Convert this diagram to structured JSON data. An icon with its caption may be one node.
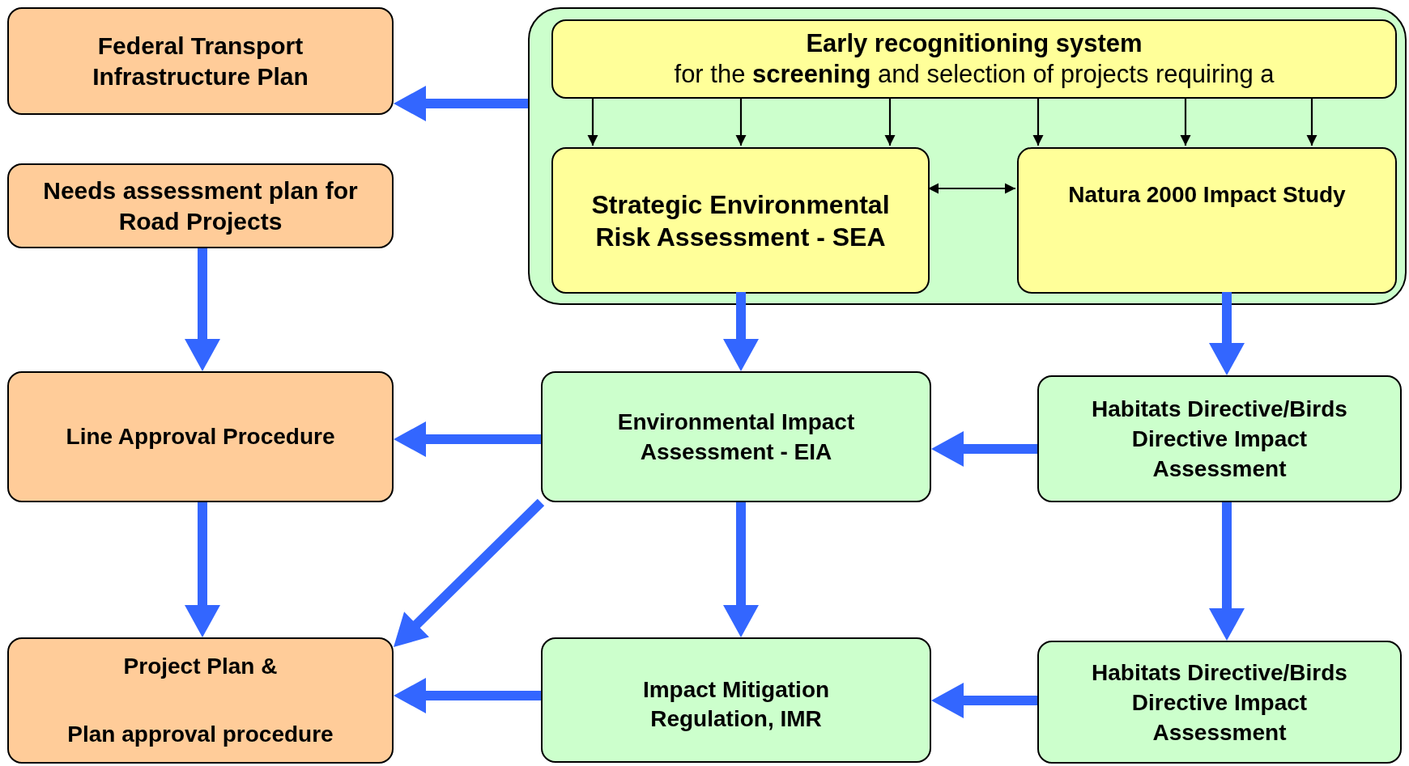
{
  "diagram": {
    "nodes": [
      {
        "text": [
          "Federal Transport Infrastructure Plan"
        ]
      },
      {
        "text": [
          "Needs assessment plan for  Road Projects"
        ]
      },
      {
        "text": [],
        "shape": "box"
      },
      {
        "text": [
          "Early recognitioning system",
          "for the **screening** and selection of projects requiring a"
        ],
        "in": 2
      },
      {
        "text": [
          "Strategic Environmental Risk Assessment - SEA"
        ],
        "in": 2
      },
      {
        "text": [
          "Natura 2000 Impact Study"
        ],
        "in": 2
      },
      {
        "text": [
          "Line Approval Procedure"
        ]
      },
      {
        "text": [
          "Environmental Impact Assessment - EIA"
        ]
      },
      {
        "text": [
          "Habitats Directive/Birds Directive Impact Assessment"
        ]
      },
      {
        "text": [
          "Project Plan &",
          "Plan approval procedure"
        ]
      },
      {
        "text": [
          "Impact Mitigation Regulation, IMR"
        ]
      },
      {
        "text": [
          "Habitats Directive/Birds Directive Impact Assessment"
        ]
      }
    ],
    "edges": [
      {
        "from": 2,
        "to": 0,
        "arrow": "to"
      },
      {
        "from": 1,
        "to": 6,
        "arrow": "to"
      },
      {
        "from": 3,
        "to": 4,
        "arrow": "to",
        "color": "#000000"
      },
      {
        "from": 3,
        "to": 4,
        "arrow": "to",
        "color": "#000000"
      },
      {
        "from": 3,
        "to": 4,
        "arrow": "to",
        "color": "#000000"
      },
      {
        "from": 3,
        "to": 5,
        "arrow": "to",
        "color": "#000000"
      },
      {
        "from": 3,
        "to": 5,
        "arrow": "to",
        "color": "#000000"
      },
      {
        "from": 3,
        "to": 5,
        "arrow": "to",
        "color": "#000000"
      },
      {
        "from": 4,
        "to": 5,
        "arrow": "both",
        "color": "#000000"
      },
      {
        "from": 4,
        "to": 7,
        "arrow": "to"
      },
      {
        "from": 5,
        "to": 8,
        "arrow": "to"
      },
      {
        "from": 7,
        "to": 6,
        "arrow": "to"
      },
      {
        "from": 7,
        "to": 9,
        "arrow": "to"
      },
      {
        "from": 8,
        "to": 7,
        "arrow": "to"
      },
      {
        "from": 6,
        "to": 9,
        "arrow": "to"
      },
      {
        "from": 7,
        "to": 10,
        "arrow": "to"
      },
      {
        "from": 8,
        "to": 11,
        "arrow": "to"
      },
      {
        "from": 10,
        "to": 9,
        "arrow": "to"
      },
      {
        "from": 11,
        "to": 10,
        "arrow": "to"
      }
    ]
  }
}
